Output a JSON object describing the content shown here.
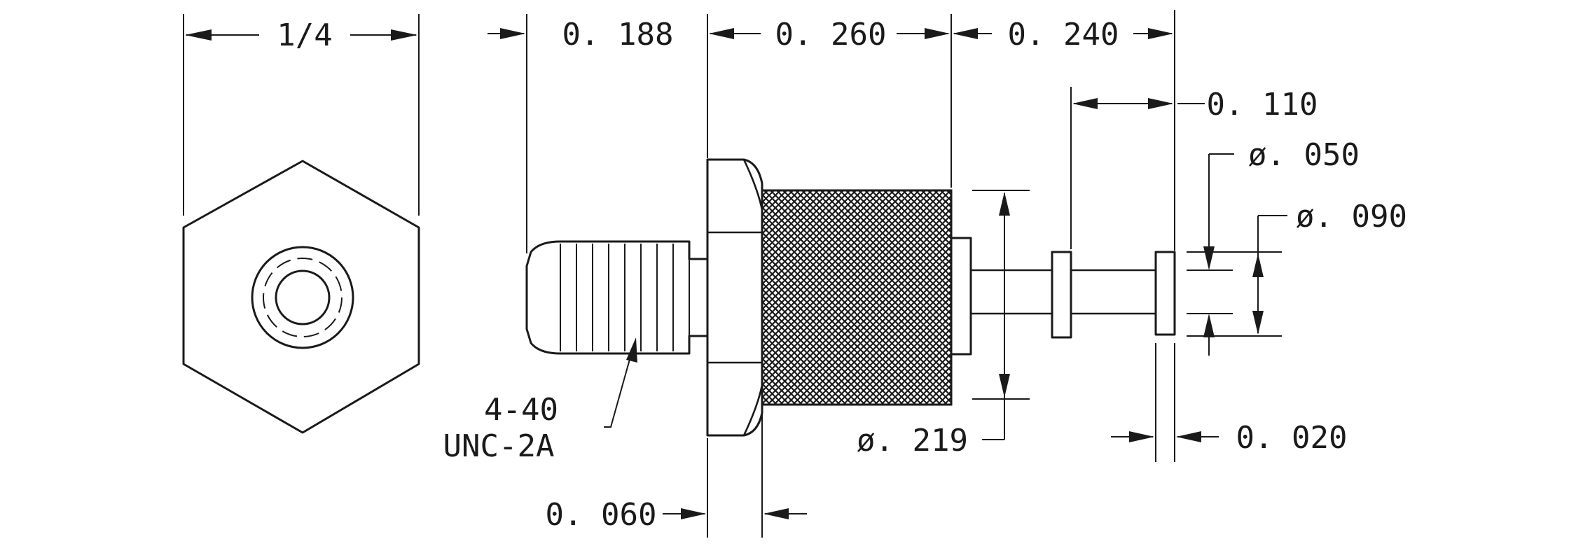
{
  "dimensions": {
    "hex_across_flats": "1/4",
    "thread_length": "0. 188",
    "knurl_length": "0. 260",
    "post_length": "0. 240",
    "tip_offset": "0. 110",
    "pin_diameter": "ø. 050",
    "flange_diameter": "ø. 090",
    "knurl_diameter": "ø. 219",
    "flange_thickness": "0. 020",
    "hex_thickness": "0. 060"
  },
  "thread_callout": {
    "line1": "4-40",
    "line2": "UNC-2A"
  },
  "colors": {
    "ink": "#1a1a1a",
    "paper": "#ffffff"
  }
}
